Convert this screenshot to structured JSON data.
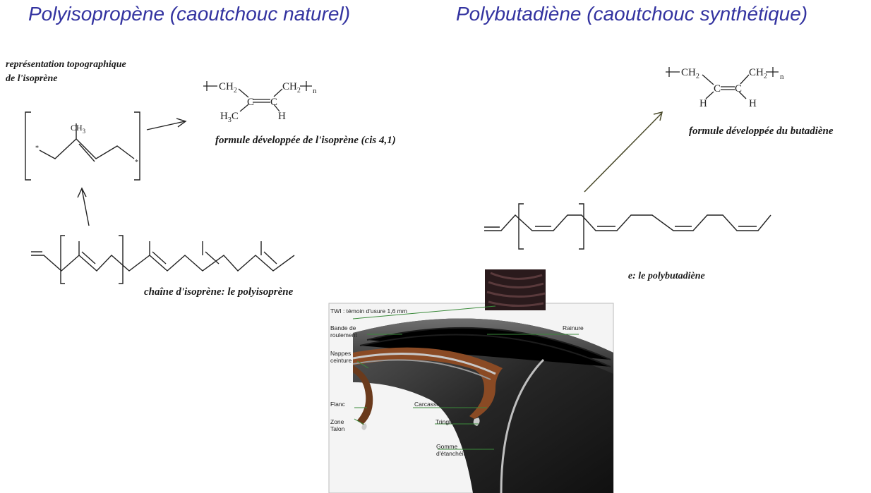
{
  "titles": {
    "left": "Polyisopropène (caoutchouc naturel)",
    "right": "Polybutadiène (caoutchouc synthétique)"
  },
  "isoprene": {
    "topo_line1": "représentation topographique",
    "topo_line2": "de l'isoprène",
    "ch3": "CH3",
    "formula_caption": "formule développée de l'isoprène (cis 4,1)",
    "chain_caption": "chaîne d'isoprène: le polyisoprène"
  },
  "butadiene": {
    "formula_caption": "formule développée du butadiène",
    "chain_caption": "adiène: le polybutadiène"
  },
  "tire": {
    "labels": {
      "twi": "TWI : témoin d'usure 1,6 mm",
      "bande1": "Bande de",
      "bande2": "roulement",
      "rainure": "Rainure",
      "nappes1": "Nappes",
      "nappes2": "ceinture",
      "flanc": "Flanc",
      "carcasse": "Carcasse",
      "zone1": "Zone",
      "zone2": "Talon",
      "tringle": "Tringle",
      "gomme1": "Gomme",
      "gomme2": "d'étanchéité"
    }
  }
}
